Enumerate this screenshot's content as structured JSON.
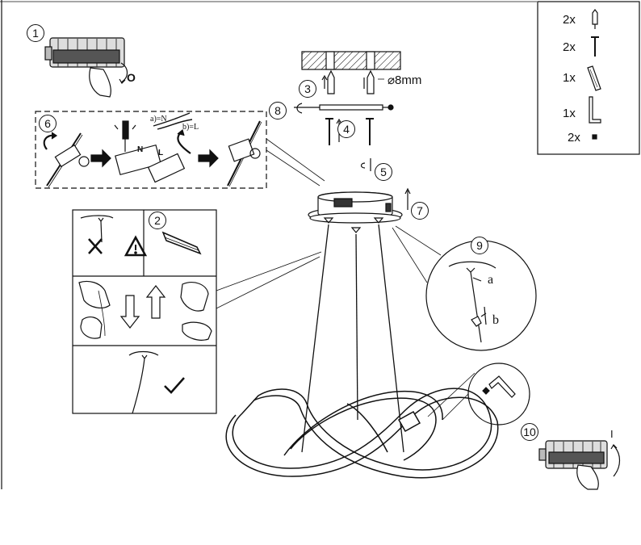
{
  "steps": {
    "s1": "1",
    "s2": "2",
    "s3": "3",
    "s4": "4",
    "s5": "5",
    "s6": "6",
    "s7": "7",
    "s8": "8",
    "s9": "9",
    "s10": "10"
  },
  "parts_list": [
    {
      "qty": "2x",
      "icon": "wall-plug-icon"
    },
    {
      "qty": "2x",
      "icon": "screw-icon"
    },
    {
      "qty": "1x",
      "icon": "hex-key-short-icon"
    },
    {
      "qty": "1x",
      "icon": "hex-key-l-icon"
    },
    {
      "qty": "2x",
      "icon": "nut-icon"
    }
  ],
  "drill_label": "⌀8mm",
  "wiring": {
    "neutral_label": "a)=N",
    "live_label": "b)=L",
    "terminal_n": "N",
    "terminal_l": "L"
  },
  "detail9": {
    "a": "a",
    "b": "b"
  },
  "switch_off": "O",
  "switch_on": "I"
}
